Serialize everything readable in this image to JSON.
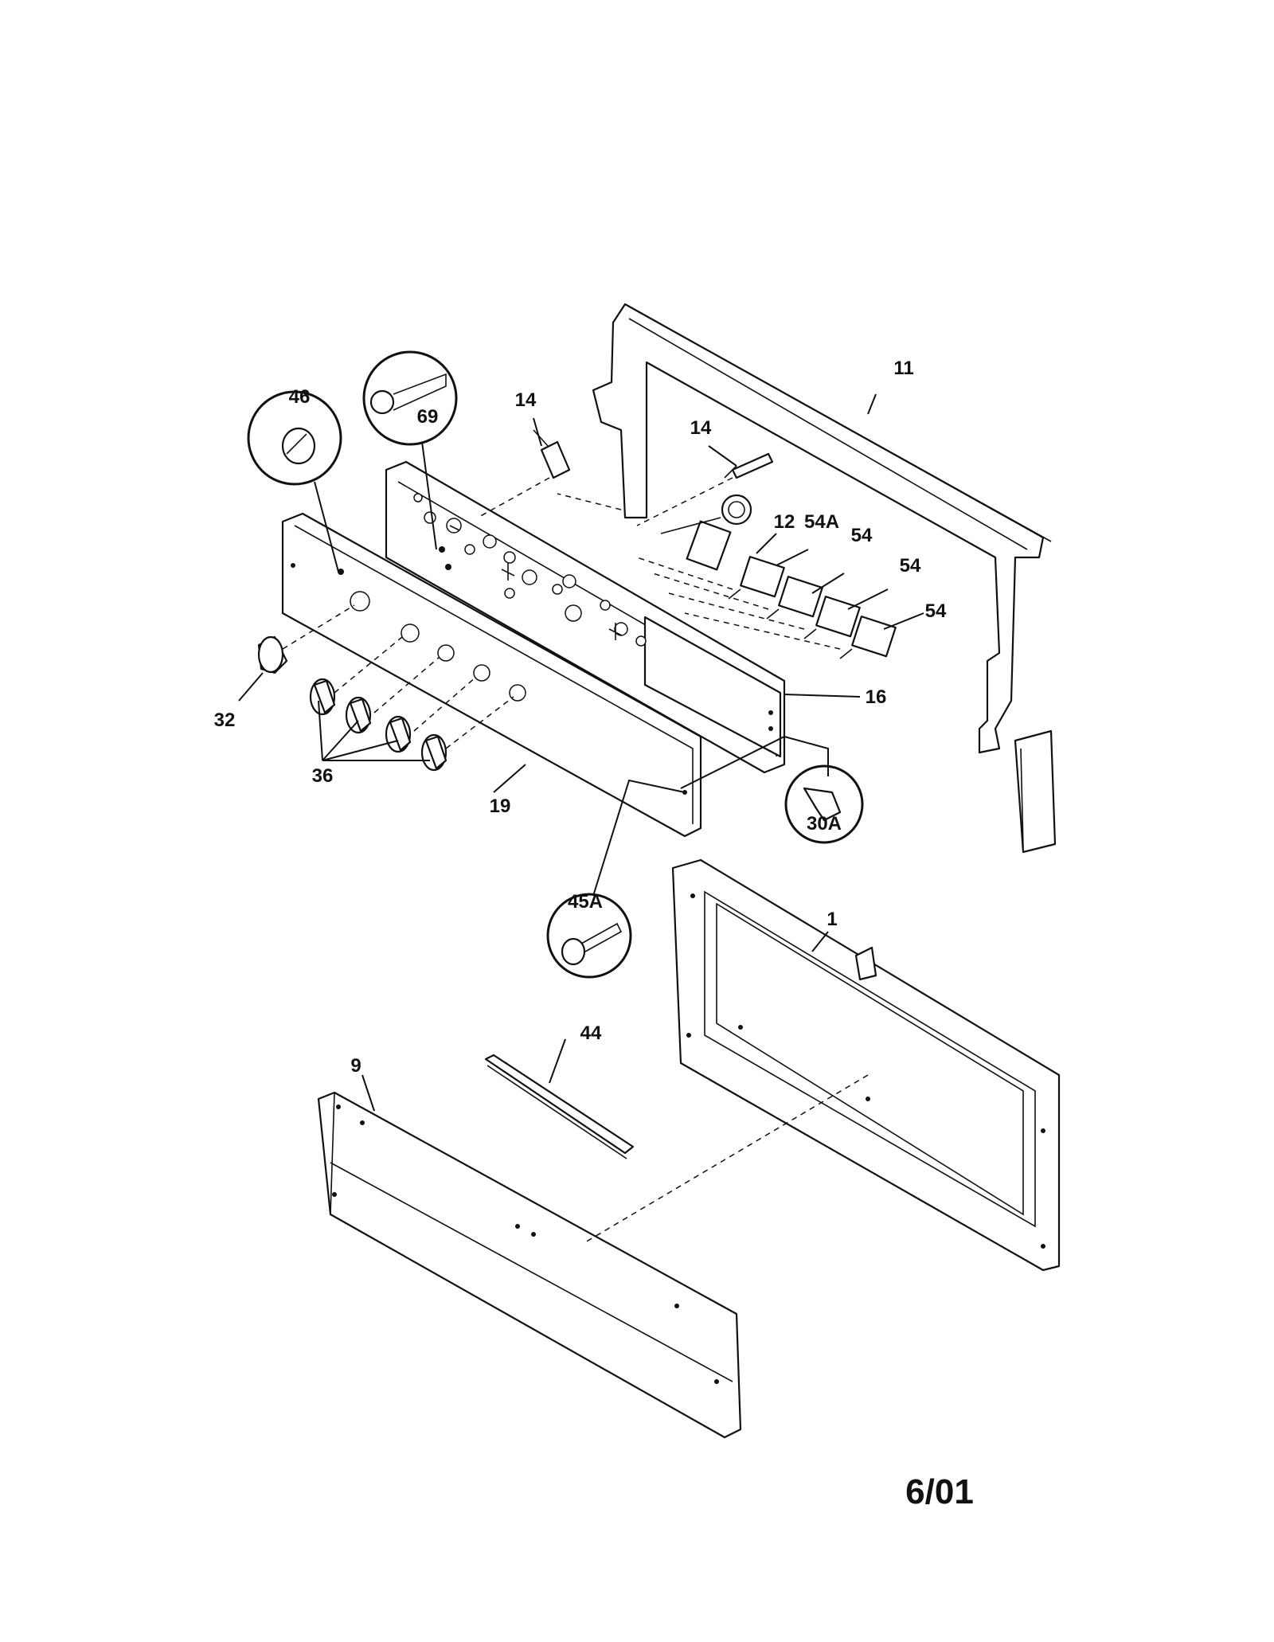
{
  "diagram": {
    "callouts": {
      "c1": "1",
      "c9": "9",
      "c11": "11",
      "c12": "12",
      "c14a": "14",
      "c14b": "14",
      "c16": "16",
      "c19": "19",
      "c30A": "30A",
      "c32": "32",
      "c36": "36",
      "c44": "44",
      "c45A": "45A",
      "c46": "46",
      "c54A": "54A",
      "c54a": "54",
      "c54b": "54",
      "c54c": "54",
      "c69": "69"
    },
    "date_code": "6/01"
  }
}
